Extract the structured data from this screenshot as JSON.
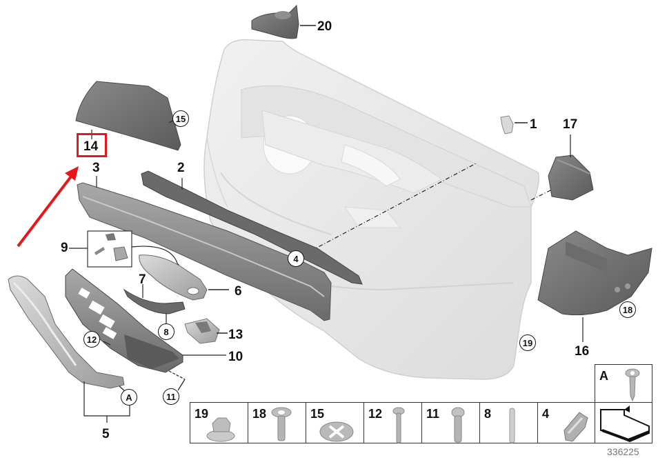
{
  "diagram": {
    "title": "Door trim panel exploded parts diagram",
    "catalog_number": "336225",
    "highlight": {
      "part": "14",
      "color": "#e8161b",
      "note": "red box and red arrow pointing to part 14"
    },
    "callouts_plain": [
      {
        "id": "20",
        "label": "20"
      },
      {
        "id": "1",
        "label": "1"
      },
      {
        "id": "17",
        "label": "17"
      },
      {
        "id": "14",
        "label": "14"
      },
      {
        "id": "3",
        "label": "3"
      },
      {
        "id": "2",
        "label": "2"
      },
      {
        "id": "9",
        "label": "9"
      },
      {
        "id": "7",
        "label": "7"
      },
      {
        "id": "6",
        "label": "6"
      },
      {
        "id": "13",
        "label": "13"
      },
      {
        "id": "10",
        "label": "10"
      },
      {
        "id": "5",
        "label": "5"
      },
      {
        "id": "16",
        "label": "16"
      }
    ],
    "callouts_circled": [
      {
        "id": "15",
        "label": "15"
      },
      {
        "id": "4",
        "label": "4"
      },
      {
        "id": "18",
        "label": "18"
      },
      {
        "id": "19",
        "label": "19"
      },
      {
        "id": "8",
        "label": "8"
      },
      {
        "id": "12",
        "label": "12"
      },
      {
        "id": "A",
        "label": "A"
      },
      {
        "id": "11",
        "label": "11"
      }
    ],
    "parts": [
      {
        "id": "main-door-panel",
        "name": "door trim panel",
        "color": "#e6e6e6"
      },
      {
        "id": "20",
        "name": "corner cover",
        "color": "#5a5a5a"
      },
      {
        "id": "14",
        "name": "speaker cover",
        "color": "#6e6e6e"
      },
      {
        "id": "3",
        "name": "trim strip",
        "color": "#7a7a7a"
      },
      {
        "id": "2",
        "name": "retaining strip",
        "color": "#6a6a6a"
      },
      {
        "id": "17",
        "name": "damper block",
        "color": "#5f5f5f"
      },
      {
        "id": "16",
        "name": "bracket",
        "color": "#6b6b6b"
      },
      {
        "id": "5",
        "name": "pull handle",
        "color": "#8a8a8a"
      },
      {
        "id": "10",
        "name": "switch bezel",
        "color": "#7a7a7a"
      },
      {
        "id": "6",
        "name": "door opener trim",
        "color": "#b8b8b8"
      },
      {
        "id": "7",
        "name": "handle trim",
        "color": "#6a6a6a"
      },
      {
        "id": "13",
        "name": "switch frame",
        "color": "#c0c0c0"
      },
      {
        "id": "1",
        "name": "clip",
        "color": "#cfcfcf"
      }
    ]
  },
  "legend": {
    "cells": [
      {
        "label": "19",
        "icon": "cap-nut-icon"
      },
      {
        "label": "18",
        "icon": "torx-screw-icon"
      },
      {
        "label": "15",
        "icon": "speed-nut-icon"
      },
      {
        "label": "12",
        "icon": "long-screw-icon"
      },
      {
        "label": "11",
        "icon": "bolt-icon"
      },
      {
        "label": "8",
        "icon": "pin-icon"
      },
      {
        "label": "4",
        "icon": "clip-icon"
      }
    ],
    "side": {
      "label": "A",
      "icon": "self-tapping-screw-icon",
      "arrow_icon": "direction-arrow-icon"
    }
  }
}
